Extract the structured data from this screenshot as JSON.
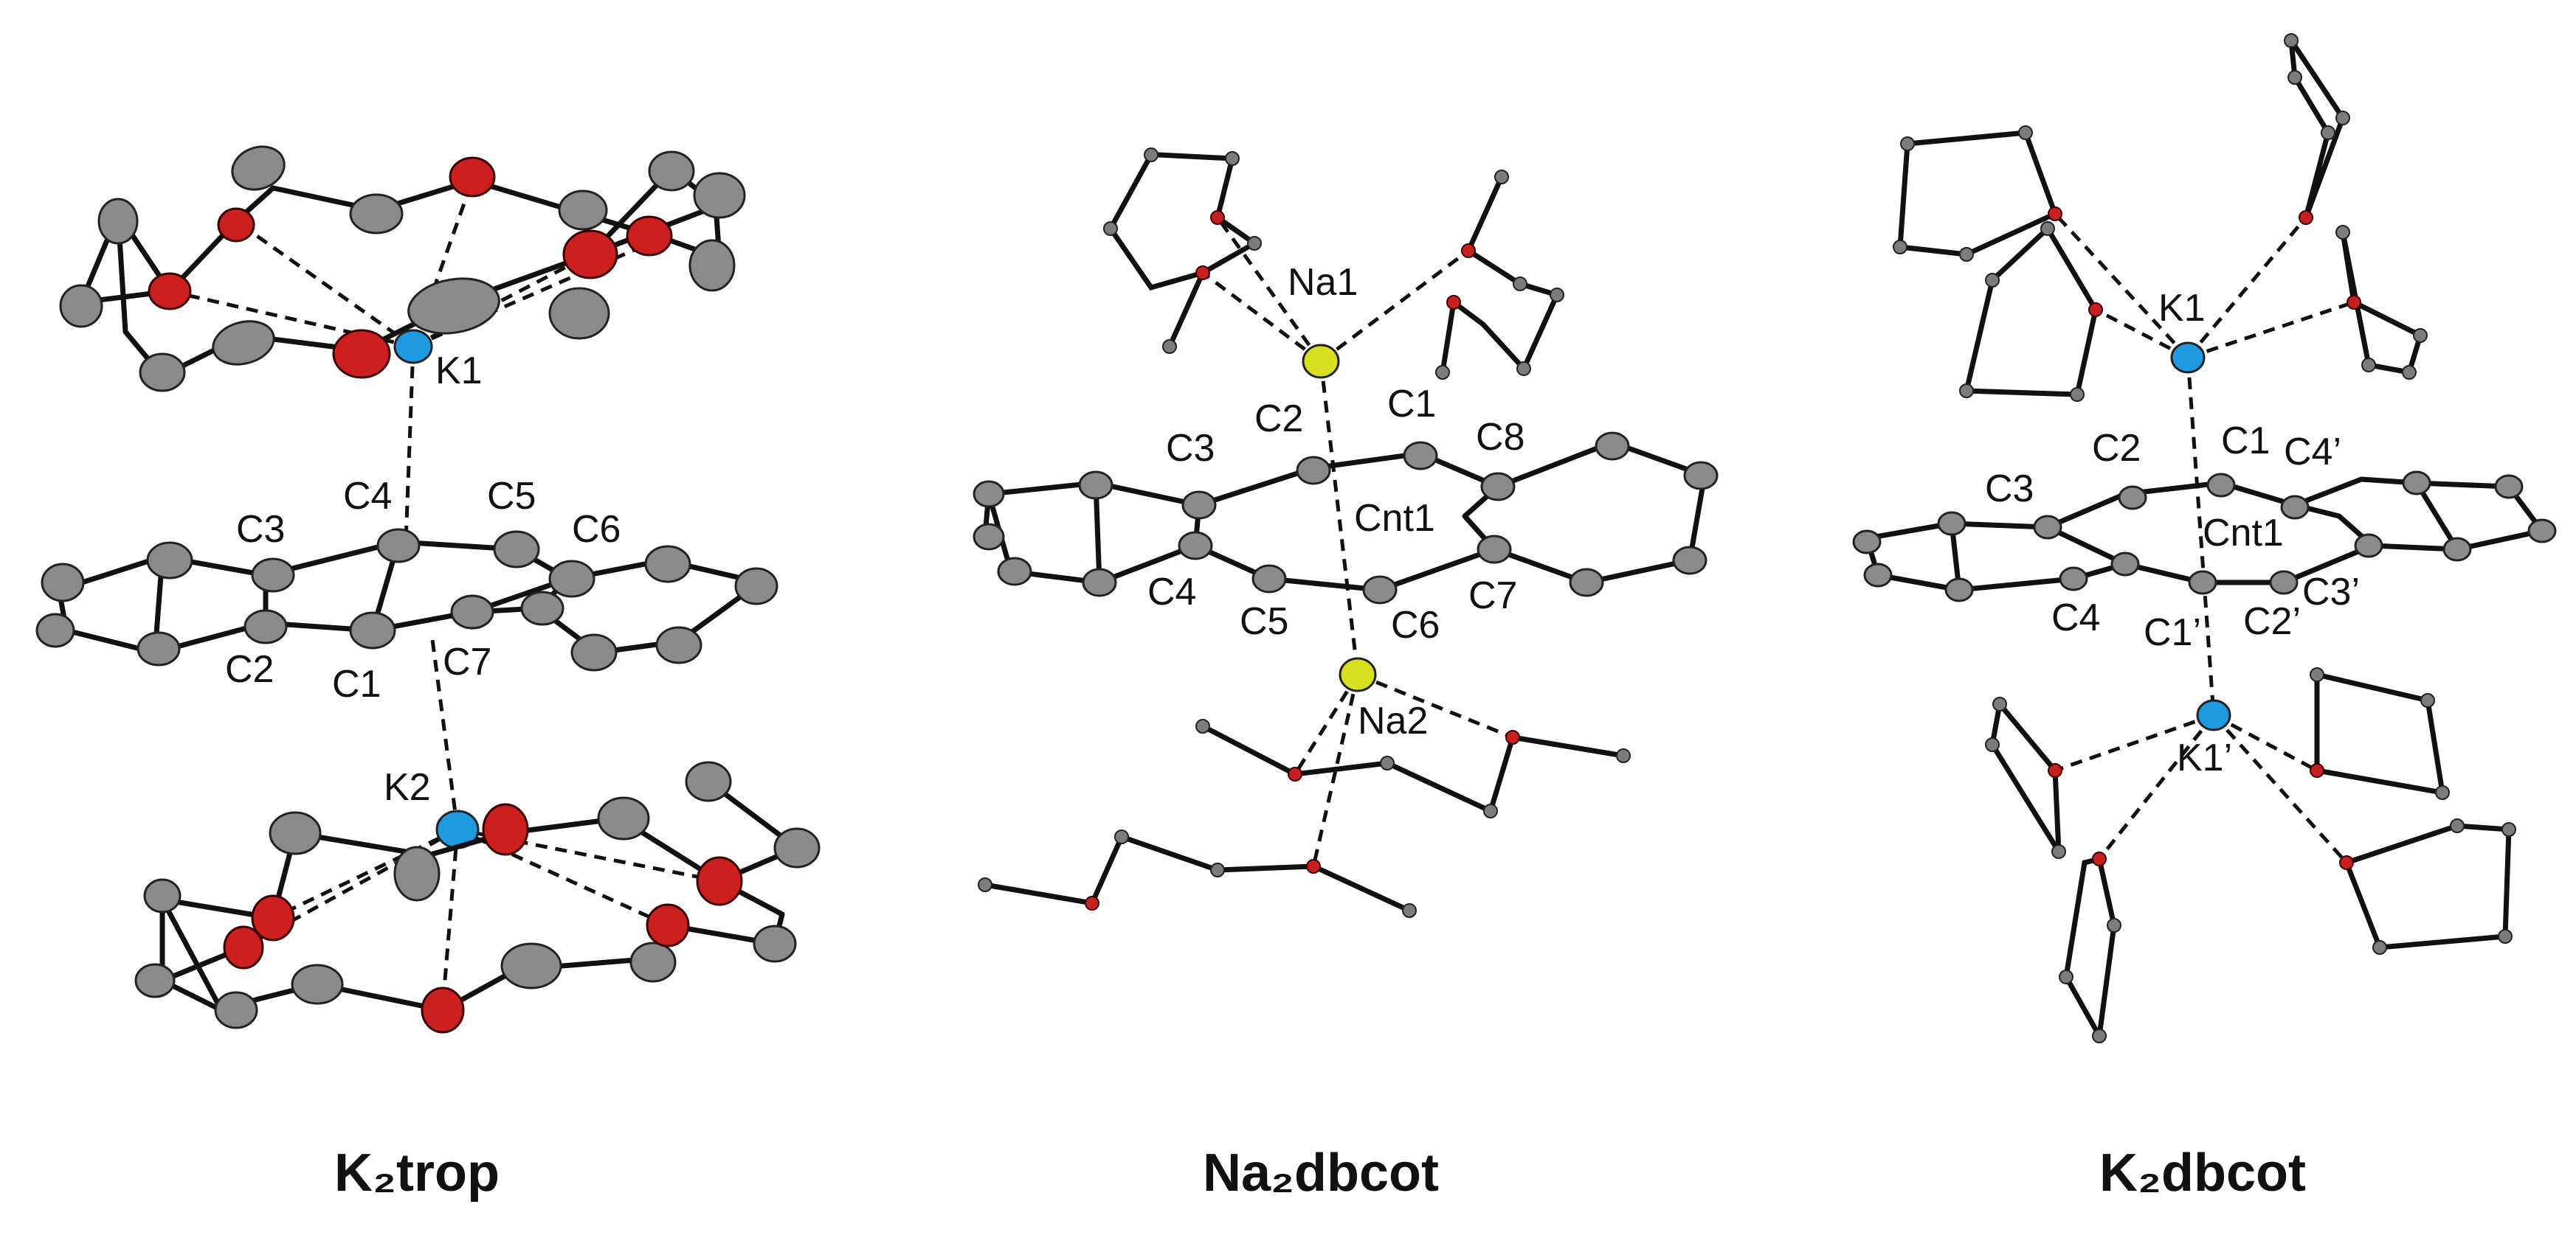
{
  "colors": {
    "carbon": "#8a8a8a",
    "oxygen": "#cc1f1f",
    "potassium": "#1e9be0",
    "sodium": "#d8e020"
  },
  "panels": [
    {
      "title": "K₂trop",
      "labels": {
        "K1": "K1",
        "K2": "K2",
        "C1": "C1",
        "C2": "C2",
        "C3": "C3",
        "C4": "C4",
        "C5": "C5",
        "C6": "C6",
        "C7": "C7"
      }
    },
    {
      "title": "Na₂dbcot",
      "labels": {
        "Na1": "Na1",
        "Na2": "Na2",
        "Cnt1": "Cnt1",
        "C1": "C1",
        "C2": "C2",
        "C3": "C3",
        "C4": "C4",
        "C5": "C5",
        "C6": "C6",
        "C7": "C7",
        "C8": "C8"
      }
    },
    {
      "title": "K₂dbcot",
      "labels": {
        "K1": "K1",
        "K1p": "K1’",
        "Cnt1": "Cnt1",
        "C1": "C1",
        "C1p": "C1’",
        "C2": "C2",
        "C2p": "C2’",
        "C3": "C3",
        "C3p": "C3’",
        "C4": "C4",
        "C4p": "C4’"
      }
    }
  ]
}
